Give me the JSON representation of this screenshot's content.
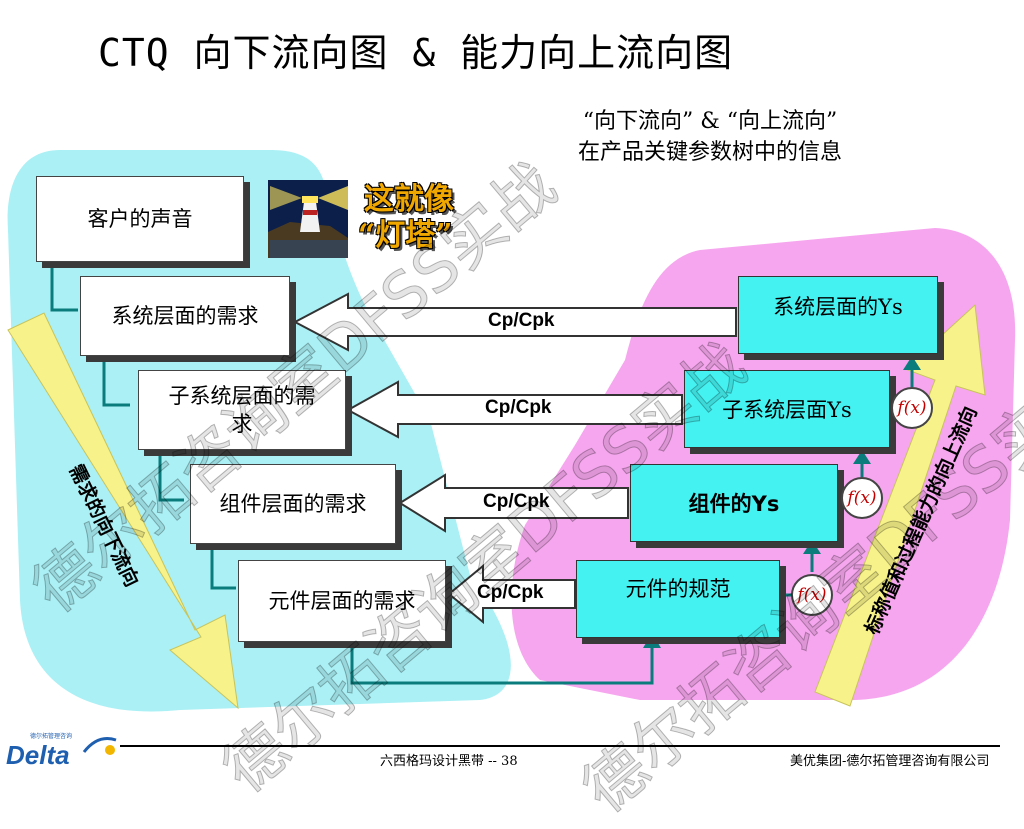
{
  "title": "CTQ 向下流向图 & 能力向上流向图",
  "subtitle": {
    "line1": "“向下流向” & “向上流向”",
    "line2": "在产品关键参数树中的信息"
  },
  "lighthouse_caption": {
    "line1": "这就像",
    "line2": "“灯塔”"
  },
  "requirements": [
    {
      "label": "客户的声音"
    },
    {
      "label": "系统层面的需求"
    },
    {
      "label": "子系统层面的需求"
    },
    {
      "label": "组件层面的需求"
    },
    {
      "label": "元件层面的需求"
    }
  ],
  "capabilities": [
    {
      "label": "系统层面的Ys"
    },
    {
      "label": "子系统层面Ys"
    },
    {
      "label": "组件的Ys"
    },
    {
      "label": "元件的规范"
    }
  ],
  "arrow_label": "Cp/Cpk",
  "fx_label": "f(x)",
  "downward_label": "需求的向下流向",
  "upward_label": "标称值和过程能力的向上流向",
  "watermark": [
    "德尔拓咨询室DFSS实战",
    "德尔拓咨询室DFSS实战",
    "德尔拓咨询室DFSS实战"
  ],
  "footer": {
    "center": "六西格玛设计黑带 -- 38",
    "right": "美优集团-德尔拓管理咨询有限公司"
  },
  "logo": {
    "text": "Delta",
    "tagline": "德尔拓管理咨询"
  },
  "colors": {
    "cyan_region": "#aaf0f5",
    "pink_region": "#f6a6ee",
    "y_box": "#45f2f2",
    "connector": "#0a7c7c",
    "diag_arrow": "#f7f28a"
  }
}
